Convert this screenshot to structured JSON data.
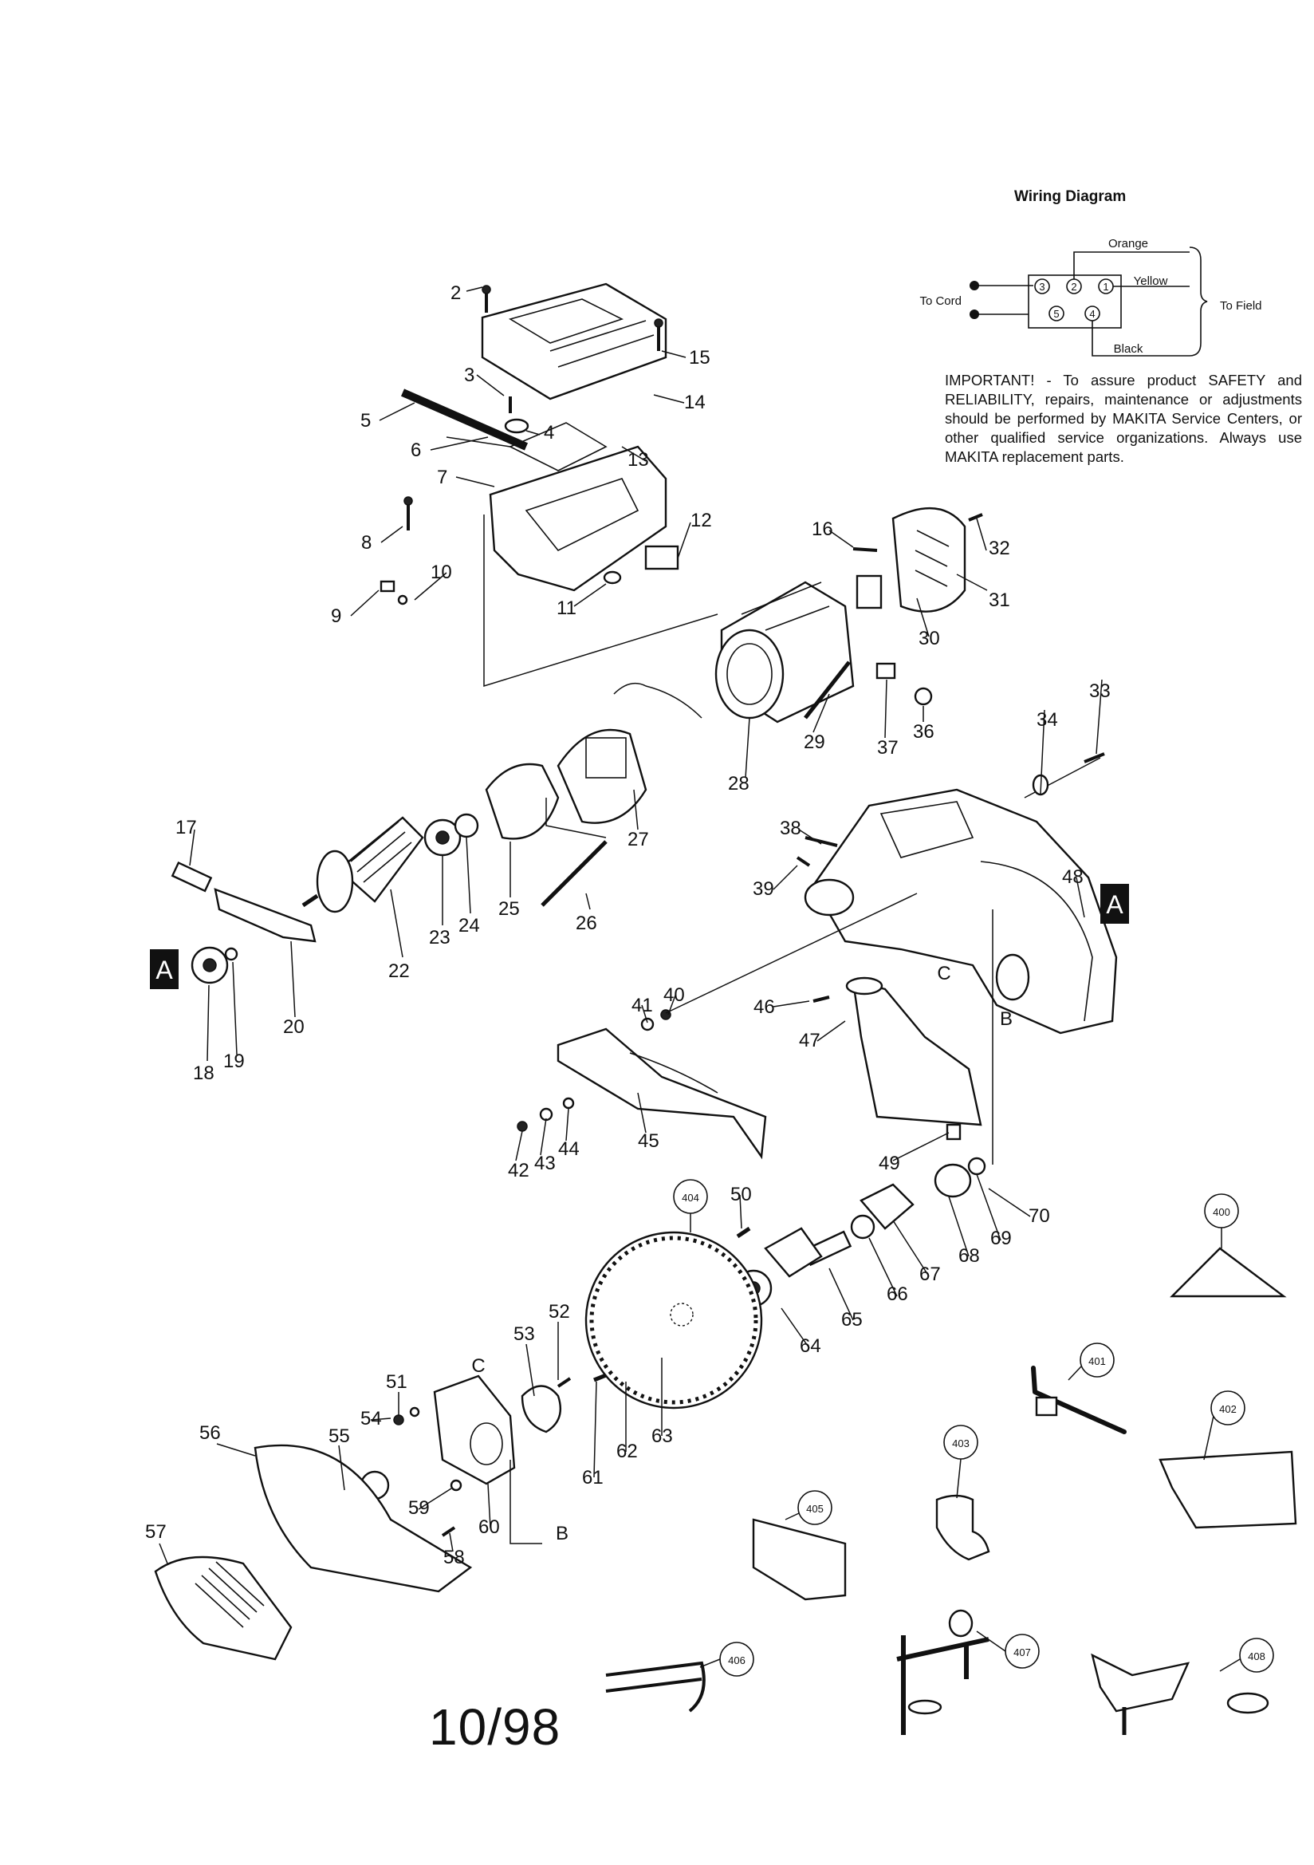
{
  "wiring": {
    "title": "Wiring Diagram",
    "to_cord": "To Cord",
    "to_field": "To Field",
    "orange": "Orange",
    "yellow": "Yellow",
    "black": "Black",
    "terminals": [
      "3",
      "2",
      "1",
      "5",
      "4"
    ]
  },
  "notice": "IMPORTANT! - To assure product SAFETY and RELIABILITY, repairs, maintenance or adjustments should be performed by MAKITA Service Centers, or other qualified service organizations. Always use MAKITA replacement parts.",
  "date_code": "10/98",
  "markers": {
    "a": "A",
    "b": "B",
    "c": "C"
  },
  "parts": [
    "2",
    "3",
    "4",
    "5",
    "6",
    "7",
    "8",
    "9",
    "10",
    "11",
    "12",
    "13",
    "14",
    "15",
    "16",
    "17",
    "18",
    "19",
    "20",
    "22",
    "23",
    "24",
    "25",
    "26",
    "27",
    "28",
    "29",
    "30",
    "31",
    "32",
    "33",
    "34",
    "36",
    "37",
    "38",
    "39",
    "40",
    "41",
    "42",
    "43",
    "44",
    "45",
    "46",
    "47",
    "48",
    "49",
    "50",
    "51",
    "52",
    "53",
    "54",
    "55",
    "56",
    "57",
    "58",
    "59",
    "60",
    "61",
    "62",
    "63",
    "64",
    "65",
    "66",
    "67",
    "68",
    "69",
    "70"
  ],
  "accessories": [
    "400",
    "401",
    "402",
    "403",
    "404",
    "405",
    "406",
    "407",
    "408"
  ]
}
